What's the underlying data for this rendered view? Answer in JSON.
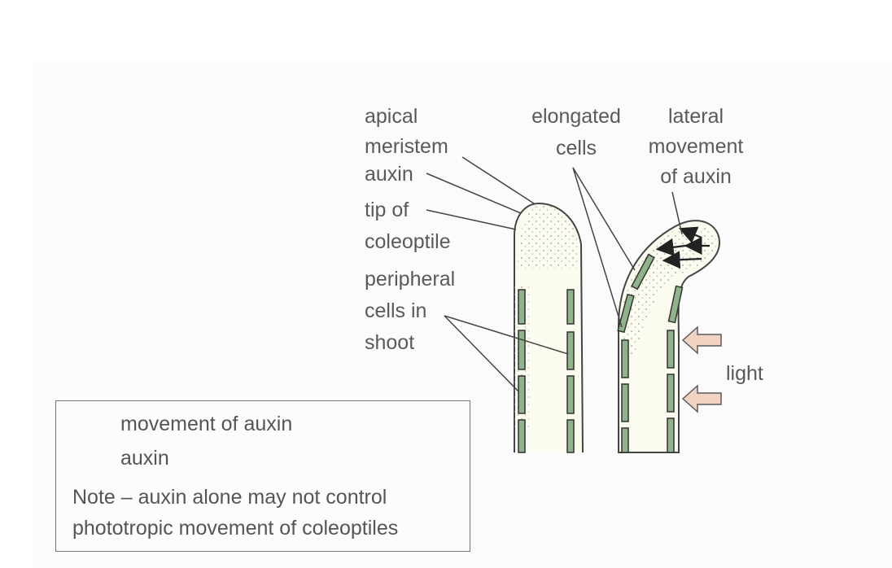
{
  "labels": {
    "apical_meristem": [
      "apical",
      "meristem"
    ],
    "auxin": "auxin",
    "tip_of_coleoptile": [
      "tip of",
      "coleoptile"
    ],
    "peripheral_cells": [
      "peripheral",
      "cells in",
      "shoot"
    ],
    "elongated_cells": [
      "elongated",
      "cells"
    ],
    "lateral_movement": [
      "lateral",
      "movement",
      "of auxin"
    ],
    "light": "light"
  },
  "legend": {
    "movement": "movement of auxin",
    "auxin": "auxin",
    "note": [
      "Note – auxin alone may not control",
      "phototropic movement of coleoptiles"
    ]
  },
  "colors": {
    "stem_fill": "#fbfbef",
    "cell_fill": "#8fb38a",
    "cell_stroke": "#333333",
    "light_arrow": "#f1d3c2",
    "outline": "#444444",
    "dots": "#999999"
  }
}
